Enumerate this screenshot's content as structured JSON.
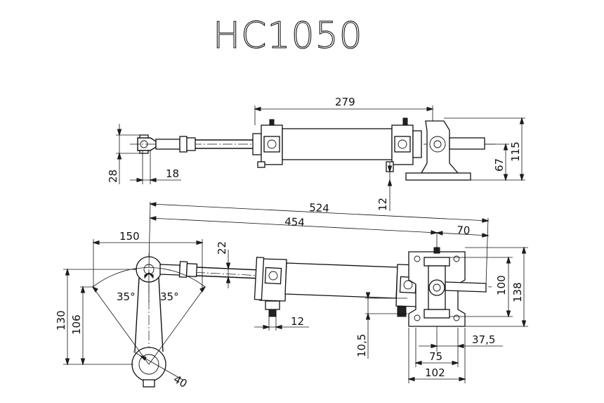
{
  "title": "HC1050",
  "top_view": {
    "d_279": "279",
    "d_115": "115",
    "d_67": "67",
    "d_28": "28",
    "d_18": "18",
    "d_12": "12"
  },
  "bottom_view": {
    "d_524": "524",
    "d_454": "454",
    "d_70": "70",
    "d_150": "150",
    "d_22": "22",
    "d_35_left": "35°",
    "d_35_right": "35°",
    "d_130": "130",
    "d_106": "106",
    "d_40": "40",
    "d_12": "12",
    "d_10_5": "10,5",
    "d_100": "100",
    "d_138": "138",
    "d_37_5": "37,5",
    "d_75": "75",
    "d_102": "102"
  }
}
